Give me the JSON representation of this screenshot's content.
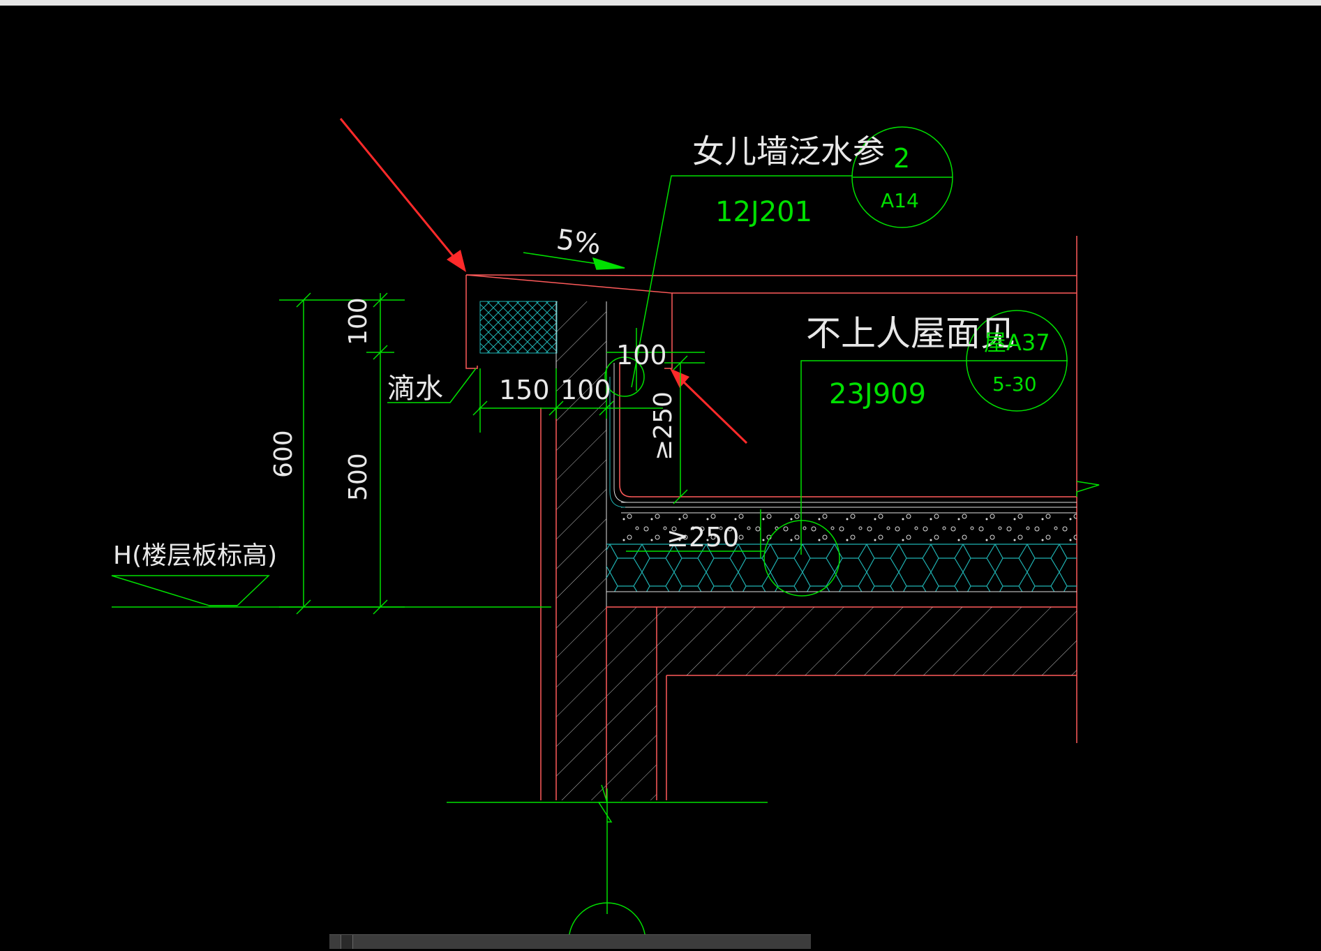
{
  "labels": {
    "parapet_ref_title": "女儿墙泛水参",
    "parapet_ref_std": "12J201",
    "parapet_ref_num": "2",
    "parapet_ref_sheet": "A14",
    "roof_ref_title": "不上人屋面见",
    "roof_ref_std": "23J909",
    "roof_ref_num": "屋A37",
    "roof_ref_sheet": "5-30",
    "slope": "5%",
    "drip": "滴水",
    "floor_level": "H(楼层板标高)"
  },
  "dimensions": {
    "d100_vertical": "100",
    "d500": "500",
    "d600": "600",
    "d150": "150",
    "d100_horizontal": "100",
    "d100_cap": "100",
    "d250_vertical": "≥250",
    "d250_horizontal": "≥250"
  },
  "colors": {
    "background": "#000000",
    "cad_green": "#00e000",
    "cad_red_line": "#ff5a5a",
    "cad_white": "#e8e8e8",
    "cad_cyan": "#1fb3b3",
    "arrow_red": "#ff2a2a"
  },
  "taskbar": {
    "items": [
      "",
      "",
      ""
    ]
  }
}
